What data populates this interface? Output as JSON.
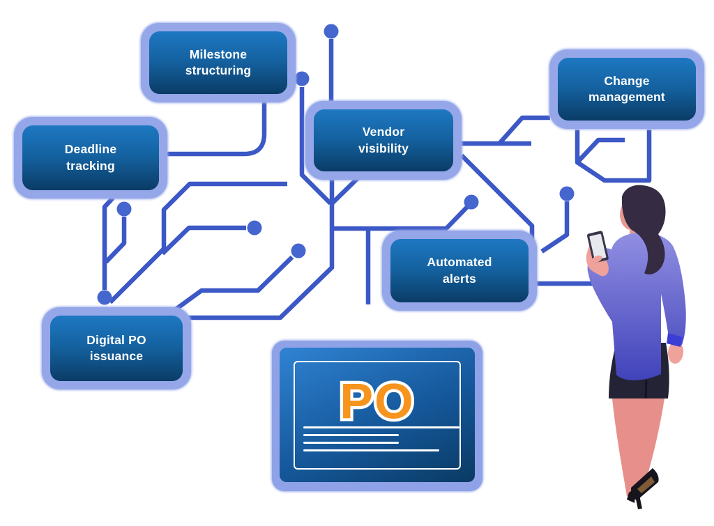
{
  "diagram": {
    "subject": "purchase-order-management-features",
    "nodes": [
      {
        "id": "milestone-structuring",
        "lines": [
          "Milestone",
          "structuring"
        ]
      },
      {
        "id": "deadline-tracking",
        "lines": [
          "Deadline",
          "tracking"
        ]
      },
      {
        "id": "vendor-visibility",
        "lines": [
          "Vendor",
          "visibility"
        ]
      },
      {
        "id": "change-management",
        "lines": [
          "Change",
          "management"
        ]
      },
      {
        "id": "automated-alerts",
        "lines": [
          "Automated",
          "alerts"
        ]
      },
      {
        "id": "digital-po-issuance",
        "lines": [
          "Digital PO",
          "issuance"
        ]
      }
    ],
    "po_card": {
      "label": "PO"
    },
    "colors": {
      "node_border": "#95a7e8",
      "node_fill_top": "#1e78c2",
      "node_fill_bottom": "#0a3c66",
      "trace_line": "#3c58c6",
      "trace_dot": "#4565cf",
      "po_text": "#f7941e",
      "text": "#ffffff"
    }
  }
}
